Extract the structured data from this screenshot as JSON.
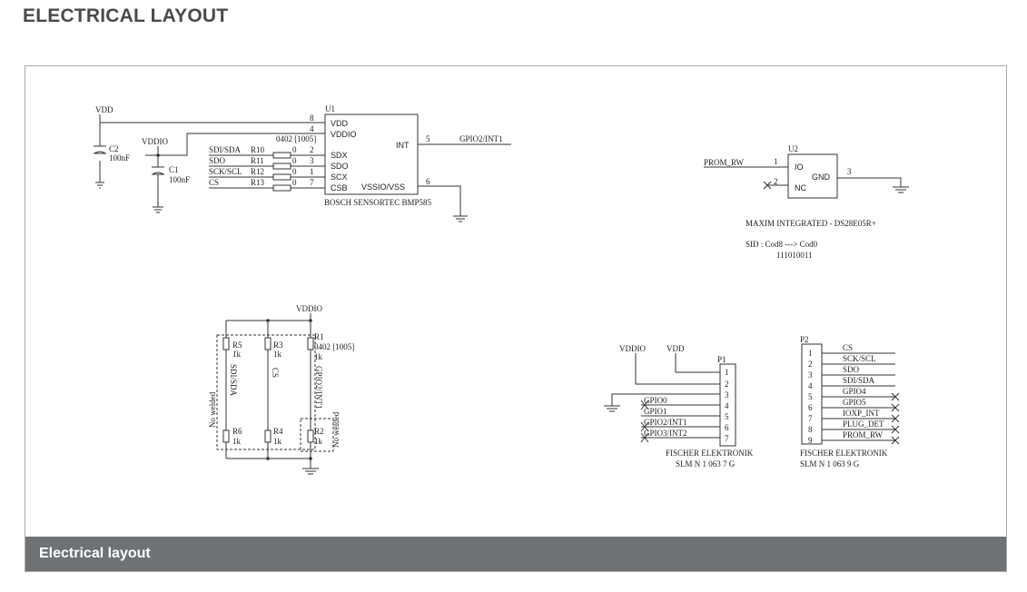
{
  "page": {
    "heading": "ELECTRICAL LAYOUT",
    "caption": "Electrical layout"
  },
  "u1": {
    "ref": "U1",
    "vdd_net": "VDD",
    "vddio_net": "VDDIO",
    "c2": {
      "ref": "C2",
      "value": "100nF"
    },
    "c1": {
      "ref": "C1",
      "value": "100nF"
    },
    "package": "0402 [1005]",
    "pins_left": [
      {
        "num": "8",
        "name": "VDD"
      },
      {
        "num": "4",
        "name": "VDDIO"
      },
      {
        "num": "2",
        "name": "SDX"
      },
      {
        "num": "3",
        "name": "SDO"
      },
      {
        "num": "1",
        "name": "SCX"
      },
      {
        "num": "7",
        "name": "CSB"
      }
    ],
    "pin_int": {
      "num": "5",
      "name": "INT",
      "net": "GPIO2/INT1"
    },
    "pin_gnd": {
      "num": "6",
      "name": "VSSIO/VSS"
    },
    "signals": [
      {
        "net": "SDI/SDA",
        "ref": "R10",
        "value": "0"
      },
      {
        "net": "SDO",
        "ref": "R11",
        "value": "0"
      },
      {
        "net": "SCK/SCL",
        "ref": "R12",
        "value": "0"
      },
      {
        "net": "CS",
        "ref": "R13",
        "value": "0"
      }
    ],
    "part": "BOSCH SENSORTEC BMP585"
  },
  "u2": {
    "ref": "U2",
    "input_net": "PROM_RW",
    "pin_io": {
      "num": "1",
      "name": "IO"
    },
    "pin_nc": {
      "num": "2",
      "name": "NC"
    },
    "pin_gnd": {
      "num": "3",
      "name": "GND"
    },
    "part": "MAXIM INTEGRATED - DS28E05R+",
    "sid_line": "SID :  Cod8 ---> Cod0",
    "sid_value": "111010011"
  },
  "resistors": {
    "vddio_net": "VDDIO",
    "r1": {
      "ref": "R1",
      "package": "0402 [1005]",
      "value": "1k",
      "net": "GPIO2/INT1"
    },
    "r2": {
      "ref": "R2",
      "value": "1k"
    },
    "r3": {
      "ref": "R3",
      "value": "1k",
      "net": "CS"
    },
    "r4": {
      "ref": "R4",
      "value": "1k"
    },
    "r5": {
      "ref": "R5",
      "value": "1k",
      "net": "SDI/SDA"
    },
    "r6": {
      "ref": "R6",
      "value": "1k"
    },
    "no_welded_left": "No welded",
    "no_welded_right": "No welded"
  },
  "p1": {
    "ref": "P1",
    "vddio_net": "VDDIO",
    "vdd_net": "VDD",
    "pins": [
      "1",
      "2",
      "3",
      "4",
      "5",
      "6",
      "7"
    ],
    "nets": [
      "GPIO0",
      "GPIO1",
      "GPIO2/INT1",
      "GPIO3/INT2"
    ],
    "maker": "FISCHER ELEKTRONIK",
    "part": "SLM N 1 063 7 G"
  },
  "p2": {
    "ref": "P2",
    "pins": [
      "1",
      "2",
      "3",
      "4",
      "5",
      "6",
      "7",
      "8",
      "9"
    ],
    "nets": [
      "CS",
      "SCK/SCL",
      "SDO",
      "SDI/SDA",
      "GPIO4",
      "GPIO5",
      "IOXP_INT",
      "PLUG_DET",
      "PROM_RW"
    ],
    "maker": "FISCHER ELEKTRONIK",
    "part": "SLM N 1 063 9 G"
  }
}
